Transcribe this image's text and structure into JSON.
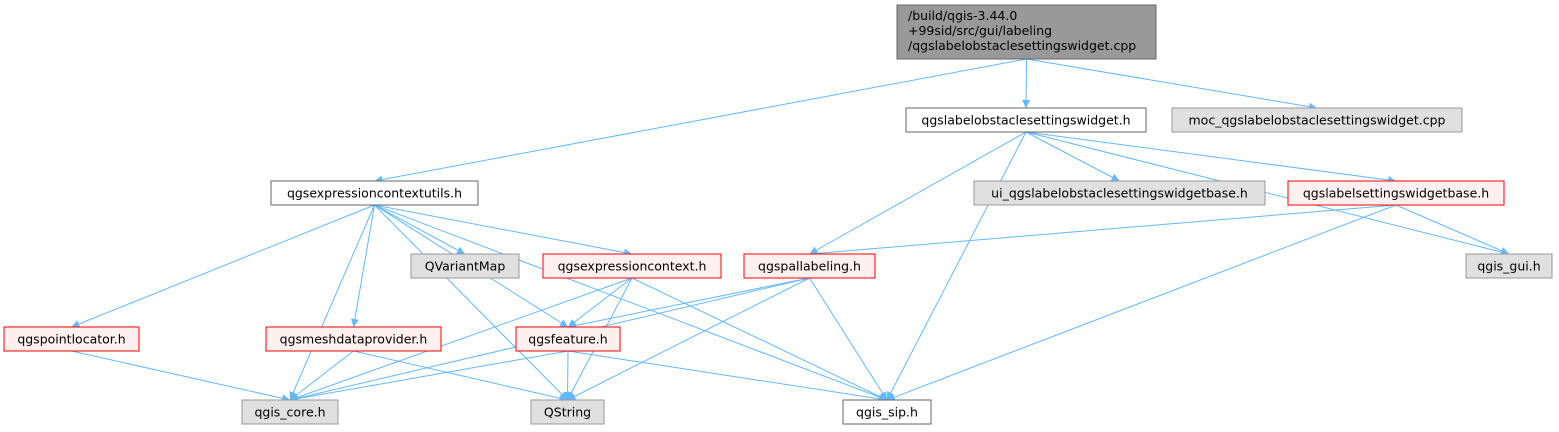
{
  "colors": {
    "edge": "#63b8ff",
    "root_fill": "#999999",
    "root_border": "#666666",
    "plain_fill": "#ffffff",
    "plain_border": "#666666",
    "red_fill": "#fff0f0",
    "red_border": "#ff0000",
    "gray_fill": "#e0e0e0",
    "gray_border": "#999999"
  },
  "nodes": {
    "root": {
      "lines": [
        "/build/qgis-3.44.0",
        "+99sid/src/gui/labeling",
        "/qgslabelobstaclesettingswidget.cpp"
      ],
      "style": "root"
    },
    "widget_h": {
      "lines": [
        "qgslabelobstaclesettingswidget.h"
      ],
      "style": "plain"
    },
    "moc_cpp": {
      "lines": [
        "moc_qgslabelobstaclesettingswidget.cpp"
      ],
      "style": "gray"
    },
    "ctxutils_h": {
      "lines": [
        "qgsexpressioncontextutils.h"
      ],
      "style": "plain"
    },
    "ui_base_h": {
      "lines": [
        "ui_qgslabelobstaclesettingswidgetbase.h"
      ],
      "style": "gray"
    },
    "labelsettings_h": {
      "lines": [
        "qgslabelsettingswidgetbase.h"
      ],
      "style": "red"
    },
    "qvariantmap": {
      "lines": [
        "QVariantMap"
      ],
      "style": "gray"
    },
    "exprctx_h": {
      "lines": [
        "qgsexpressioncontext.h"
      ],
      "style": "red"
    },
    "pallabeling_h": {
      "lines": [
        "qgspallabeling.h"
      ],
      "style": "red"
    },
    "gui_h": {
      "lines": [
        "qgis_gui.h"
      ],
      "style": "gray"
    },
    "pointlocator_h": {
      "lines": [
        "qgspointlocator.h"
      ],
      "style": "red"
    },
    "meshdp_h": {
      "lines": [
        "qgsmeshdataprovider.h"
      ],
      "style": "red"
    },
    "feature_h": {
      "lines": [
        "qgsfeature.h"
      ],
      "style": "red"
    },
    "core_h": {
      "lines": [
        "qgis_core.h"
      ],
      "style": "gray"
    },
    "qstring": {
      "lines": [
        "QString"
      ],
      "style": "gray"
    },
    "sip_h": {
      "lines": [
        "qgis_sip.h"
      ],
      "style": "plain"
    }
  },
  "edges": [
    [
      "root",
      "widget_h"
    ],
    [
      "root",
      "moc_cpp"
    ],
    [
      "root",
      "ctxutils_h"
    ],
    [
      "widget_h",
      "ui_base_h"
    ],
    [
      "widget_h",
      "labelsettings_h"
    ],
    [
      "widget_h",
      "pallabeling_h"
    ],
    [
      "widget_h",
      "sip_h"
    ],
    [
      "widget_h",
      "gui_h"
    ],
    [
      "labelsettings_h",
      "pallabeling_h"
    ],
    [
      "labelsettings_h",
      "gui_h"
    ],
    [
      "labelsettings_h",
      "sip_h"
    ],
    [
      "ctxutils_h",
      "pointlocator_h"
    ],
    [
      "ctxutils_h",
      "meshdp_h"
    ],
    [
      "ctxutils_h",
      "core_h"
    ],
    [
      "ctxutils_h",
      "qvariantmap"
    ],
    [
      "ctxutils_h",
      "exprctx_h"
    ],
    [
      "ctxutils_h",
      "feature_h"
    ],
    [
      "ctxutils_h",
      "qstring"
    ],
    [
      "ctxutils_h",
      "sip_h"
    ],
    [
      "exprctx_h",
      "core_h"
    ],
    [
      "exprctx_h",
      "feature_h"
    ],
    [
      "exprctx_h",
      "qstring"
    ],
    [
      "exprctx_h",
      "sip_h"
    ],
    [
      "pallabeling_h",
      "feature_h"
    ],
    [
      "pallabeling_h",
      "core_h"
    ],
    [
      "pallabeling_h",
      "qstring"
    ],
    [
      "pallabeling_h",
      "sip_h"
    ],
    [
      "pointlocator_h",
      "core_h"
    ],
    [
      "meshdp_h",
      "core_h"
    ],
    [
      "meshdp_h",
      "qstring"
    ],
    [
      "feature_h",
      "core_h"
    ],
    [
      "feature_h",
      "qstring"
    ],
    [
      "feature_h",
      "sip_h"
    ]
  ]
}
